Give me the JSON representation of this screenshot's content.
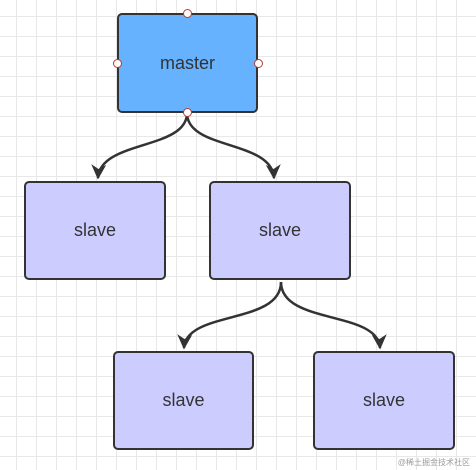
{
  "diagram": {
    "nodes": [
      {
        "id": "master",
        "label": "master"
      },
      {
        "id": "slave-left",
        "label": "slave"
      },
      {
        "id": "slave-middle",
        "label": "slave"
      },
      {
        "id": "slave-bottom-left",
        "label": "slave"
      },
      {
        "id": "slave-bottom-right",
        "label": "slave"
      }
    ],
    "edges": [
      {
        "from": "master",
        "to": "slave-left"
      },
      {
        "from": "master",
        "to": "slave-middle"
      },
      {
        "from": "slave-middle",
        "to": "slave-bottom-left"
      },
      {
        "from": "slave-middle",
        "to": "slave-bottom-right"
      }
    ],
    "colors": {
      "master_fill": "#66b2ff",
      "slave_fill": "#ccccff",
      "border": "#333333",
      "handle_border": "#c0392b"
    }
  },
  "watermark": "@稀土掘金技术社区"
}
